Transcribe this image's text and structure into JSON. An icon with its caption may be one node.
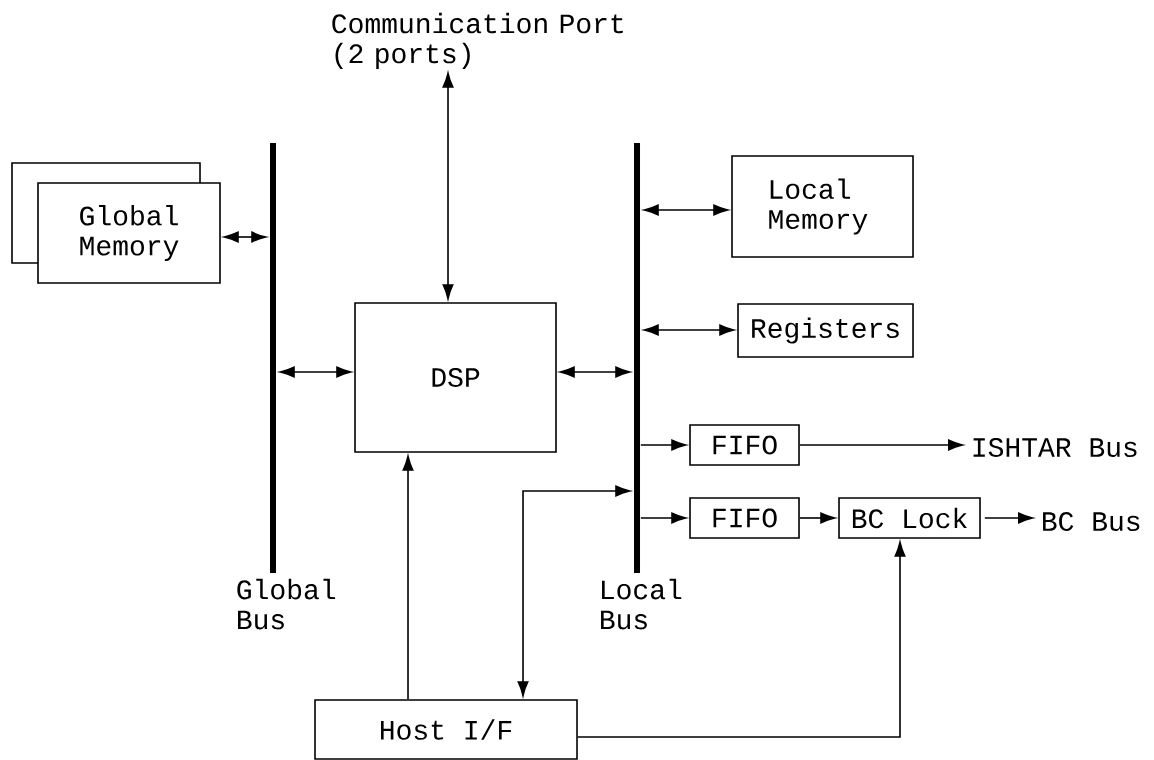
{
  "diagram": {
    "nodes": [
      {
        "text": [
          "Communication Port (2 ports)"
        ]
      },
      {
        "text": [
          "Global Memory"
        ]
      },
      {
        "text": [],
        "shape": "bar",
        "beside": [
          "Global Bus"
        ]
      },
      {
        "text": [
          "DSP"
        ]
      },
      {
        "text": [],
        "shape": "bar",
        "beside": [
          "Local Bus"
        ]
      },
      {
        "text": [
          "Local Memory"
        ]
      },
      {
        "text": [
          "Registers"
        ]
      },
      {
        "text": [
          "FIFO"
        ]
      },
      {
        "text": [
          "ISHTAR Bus"
        ]
      },
      {
        "text": [
          "FIFO"
        ]
      },
      {
        "text": [
          "BC Lock"
        ]
      },
      {
        "text": [
          "BC Bus"
        ]
      },
      {
        "text": [
          "Host I/F"
        ]
      }
    ],
    "edges": [
      {
        "from": 1,
        "to": 2,
        "arrow": "both"
      },
      {
        "from": 0,
        "to": 3,
        "arrow": "both"
      },
      {
        "from": 2,
        "to": 3,
        "arrow": "both"
      },
      {
        "from": 3,
        "to": 4,
        "arrow": "both"
      },
      {
        "from": 4,
        "to": 5,
        "arrow": "both"
      },
      {
        "from": 4,
        "to": 6,
        "arrow": "both"
      },
      {
        "from": 4,
        "to": 7,
        "arrow": "to"
      },
      {
        "from": 7,
        "to": 8,
        "arrow": "to"
      },
      {
        "from": 4,
        "to": 9,
        "arrow": "to"
      },
      {
        "from": 9,
        "to": 10,
        "arrow": "to"
      },
      {
        "from": 10,
        "to": 11,
        "arrow": "to"
      },
      {
        "from": 12,
        "to": 3,
        "arrow": "to"
      },
      {
        "from": 4,
        "to": 12,
        "arrow": "both"
      },
      {
        "from": 12,
        "to": 10,
        "arrow": "to"
      }
    ]
  }
}
